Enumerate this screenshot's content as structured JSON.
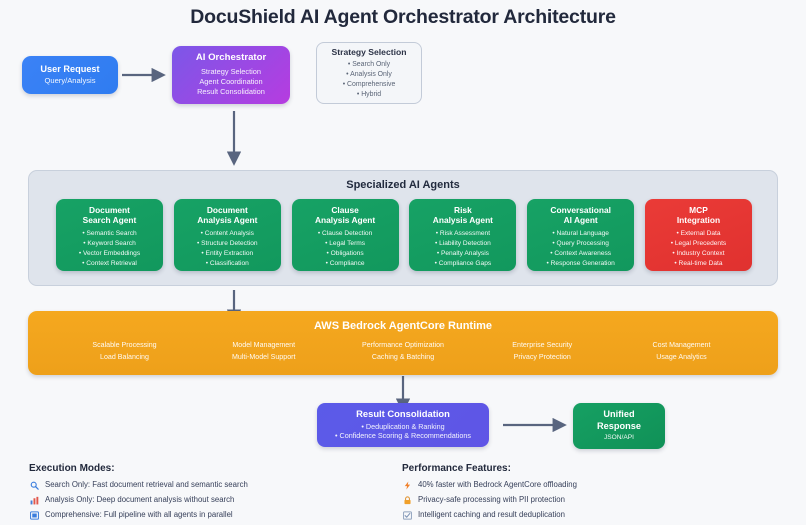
{
  "page": {
    "title": "DocuShield AI Agent Orchestrator Architecture",
    "background": "#f7f8fa"
  },
  "colors": {
    "blue": "#3b82f6",
    "purple": "#a13ddb",
    "green": "#17a265",
    "red": "#ea3b37",
    "orange": "#f5a81f",
    "indigo": "#5b5be8",
    "panel": "#dfe4ec",
    "arrow": "#59657f"
  },
  "user_request": {
    "title": "User Request",
    "subtitle": "Query/Analysis"
  },
  "orchestrator": {
    "title": "AI Orchestrator",
    "lines": [
      "Strategy Selection",
      "Agent Coordination",
      "Result Consolidation"
    ]
  },
  "strategy_selection": {
    "title": "Strategy Selection",
    "items": [
      "• Search Only",
      "• Analysis Only",
      "• Comprehensive",
      "• Hybrid"
    ]
  },
  "agents_panel": {
    "title": "Specialized AI Agents",
    "agents": [
      {
        "title": "Document\nSearch Agent",
        "title_line1": "Document",
        "title_line2": "Search Agent",
        "color": "green",
        "items": [
          "• Semantic Search",
          "• Keyword Search",
          "• Vector Embeddings",
          "• Context Retrieval"
        ]
      },
      {
        "title_line1": "Document",
        "title_line2": "Analysis Agent",
        "color": "green",
        "items": [
          "• Content Analysis",
          "• Structure Detection",
          "• Entity Extraction",
          "• Classification"
        ]
      },
      {
        "title_line1": "Clause",
        "title_line2": "Analysis Agent",
        "color": "green",
        "items": [
          "• Clause Detection",
          "• Legal Terms",
          "• Obligations",
          "• Compliance"
        ]
      },
      {
        "title_line1": "Risk",
        "title_line2": "Analysis Agent",
        "color": "green",
        "items": [
          "• Risk Assessment",
          "• Liability Detection",
          "• Penalty Analysis",
          "• Compliance Gaps"
        ]
      },
      {
        "title_line1": "Conversational",
        "title_line2": "AI Agent",
        "color": "green",
        "items": [
          "• Natural Language",
          "• Query Processing",
          "• Context Awareness",
          "• Response Generation"
        ]
      },
      {
        "title_line1": "MCP",
        "title_line2": "Integration",
        "color": "red",
        "items": [
          "• External Data",
          "• Legal Precedents",
          "• Industry Context",
          "• Real-time Data"
        ]
      }
    ]
  },
  "aws_band": {
    "title": "AWS Bedrock AgentCore Runtime",
    "columns": [
      {
        "line1": "Scalable Processing",
        "line2": "Load Balancing"
      },
      {
        "line1": "Model Management",
        "line2": "Multi-Model Support"
      },
      {
        "line1": "Performance Optimization",
        "line2": "Caching & Batching"
      },
      {
        "line1": "Enterprise Security",
        "line2": "Privacy Protection"
      },
      {
        "line1": "Cost Management",
        "line2": "Usage Analytics"
      }
    ]
  },
  "result_consolidation": {
    "title": "Result Consolidation",
    "lines": [
      "• Deduplication & Ranking",
      "• Confidence Scoring & Recommendations"
    ]
  },
  "unified_response": {
    "title_line1": "Unified",
    "title_line2": "Response",
    "subtitle": "JSON/API"
  },
  "legend_execution": {
    "title": "Execution Modes:",
    "rows": [
      {
        "icon": "search-icon",
        "glyph": "⌕",
        "text": "Search Only: Fast document retrieval and semantic search"
      },
      {
        "icon": "bar-chart-icon",
        "glyph": "█",
        "text": "Analysis Only: Deep document analysis without search"
      },
      {
        "icon": "grid-square-icon",
        "glyph": "▣",
        "text": "Comprehensive: Full pipeline with all agents in parallel"
      }
    ]
  },
  "legend_performance": {
    "title": "Performance Features:",
    "rows": [
      {
        "icon": "bolt-icon",
        "glyph": "⚡",
        "text": "40% faster with Bedrock AgentCore offloading"
      },
      {
        "icon": "lock-icon",
        "glyph": "ὑ2",
        "text": "Privacy-safe processing with PII protection"
      },
      {
        "icon": "checkbox-icon",
        "glyph": "☑",
        "text": "Intelligent caching and result deduplication"
      }
    ]
  }
}
